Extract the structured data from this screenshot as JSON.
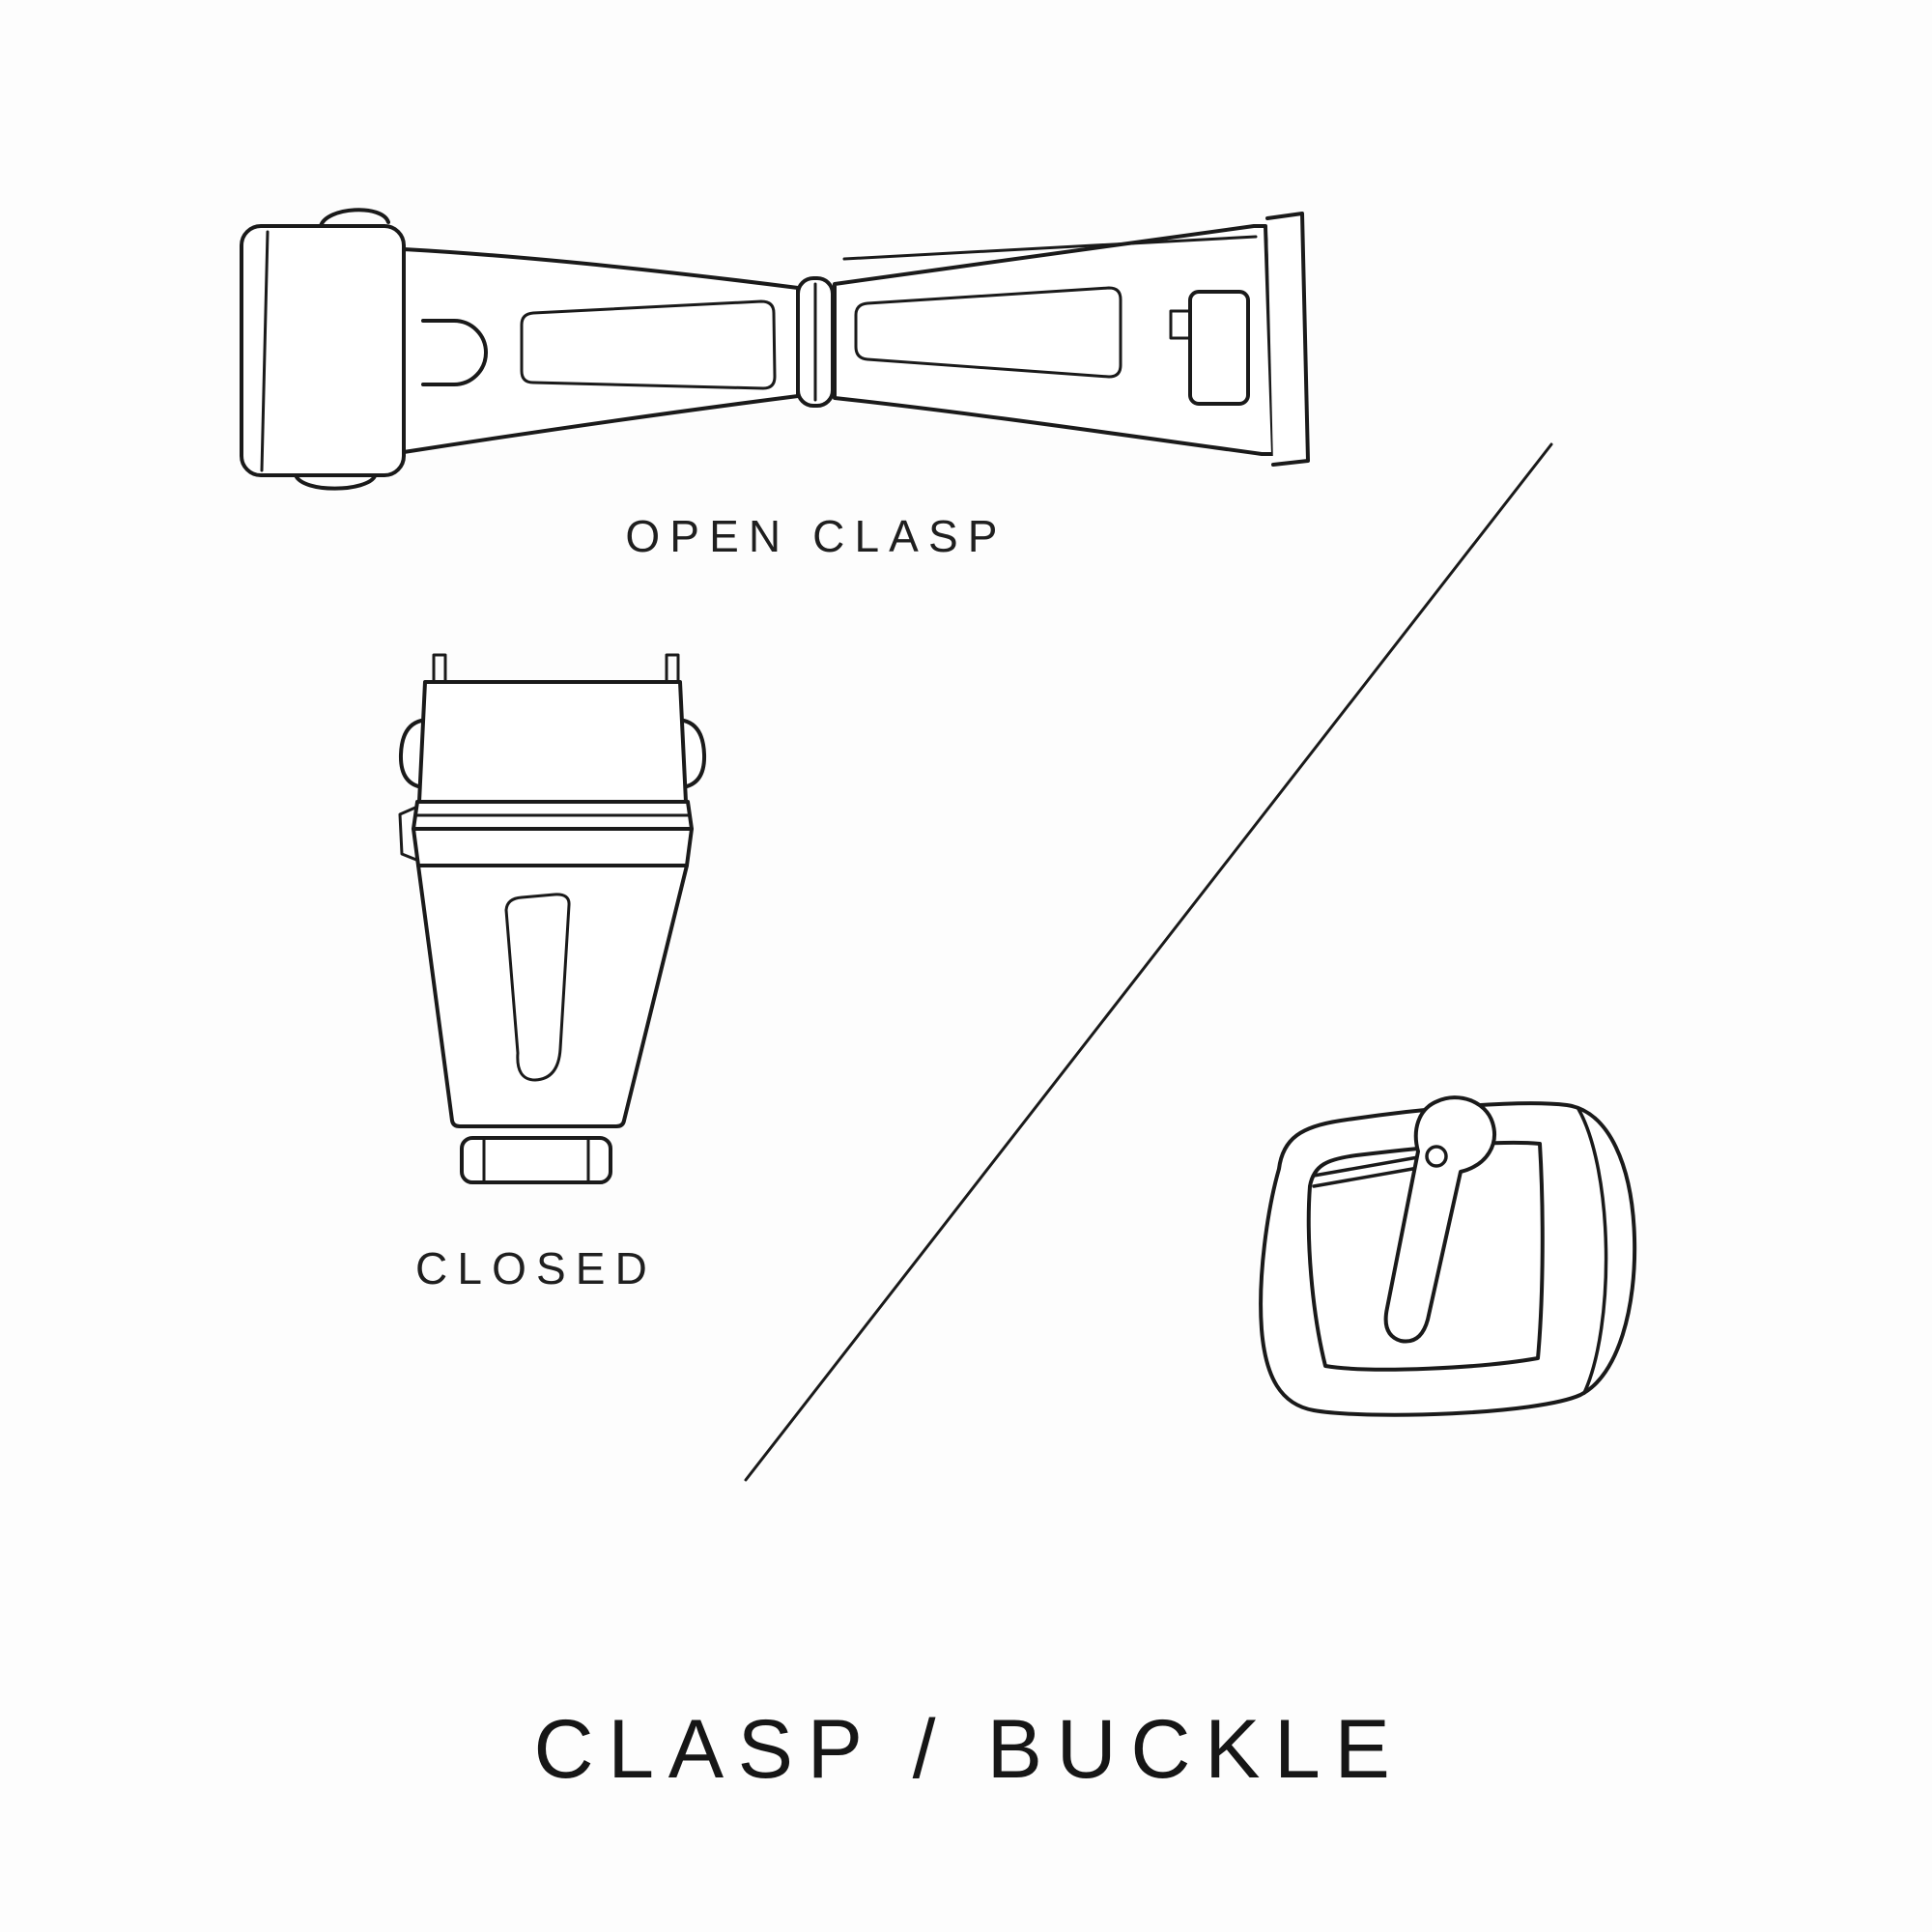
{
  "page": {
    "background": "#fdfdfd",
    "line_color": "#1a1a1a",
    "title": "CLASP / BUCKLE"
  },
  "figures": {
    "open_clasp": {
      "label": "OPEN CLASP"
    },
    "closed_clasp": {
      "label": "CLOSED"
    },
    "buckle": {
      "name": "tang-buckle-illustration"
    }
  }
}
